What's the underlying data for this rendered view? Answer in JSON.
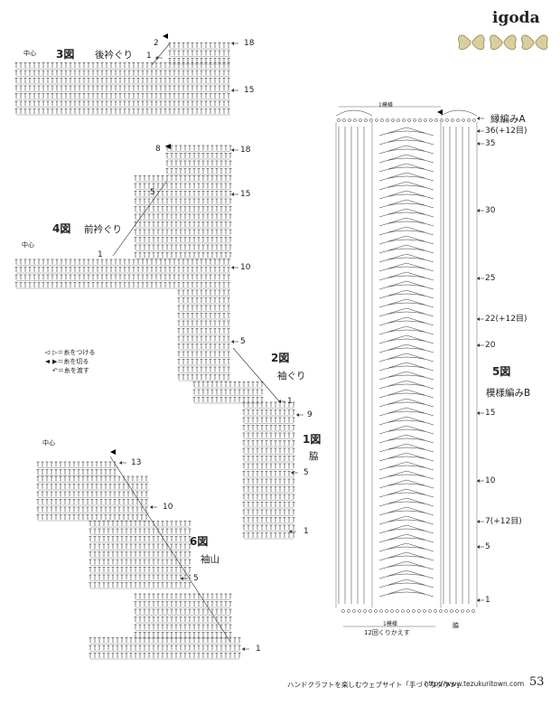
{
  "brand": "igoda",
  "footer": {
    "text": "ハンドクラフトを楽しむウェブサイト「手づくりタウン」",
    "url": "http://www.tezukuritown.com",
    "page_number": "53"
  },
  "legend": {
    "join": "▷＝糸をつける",
    "cut": "▶＝糸を切る",
    "skip": "↶＝糸を渡す"
  },
  "fig3": {
    "title": "3図",
    "name": "後衿ぐり",
    "center": "中心",
    "rows": {
      "r18": "18",
      "r15": "15",
      "r2": "2",
      "r1": "1"
    }
  },
  "fig4": {
    "title": "4図",
    "name": "前衿ぐり",
    "center": "中心",
    "rows": {
      "r18": "18",
      "r15": "15",
      "r10": "10",
      "r5": "5",
      "r8": "8",
      "r5b": "5",
      "r1": "1"
    }
  },
  "fig2": {
    "title": "2図",
    "name": "袖ぐり",
    "rows": {
      "r1": "1"
    }
  },
  "fig1": {
    "title": "1図",
    "name": "脇",
    "rows": {
      "r9": "9",
      "r5": "5",
      "r1": "1"
    }
  },
  "fig6": {
    "title": "6図",
    "name": "袖山",
    "center": "中心",
    "rows": {
      "r13": "13",
      "r10": "10",
      "r5": "5",
      "r1": "1"
    }
  },
  "fig5": {
    "title": "5図",
    "name": "模様編みB",
    "edge_name": "縁編みA",
    "top_repeat": "1模様",
    "bottom_repeat": "1模様",
    "repeat_note": "12回くりかえす",
    "side": "脇",
    "rows": {
      "r36": "36(+12目)",
      "r35": "35",
      "r30": "30",
      "r25": "25",
      "r22": "22(+12目)",
      "r20": "20",
      "r15": "15",
      "r10": "10",
      "r7": "7(+12目)",
      "r5": "5",
      "r1": "1"
    }
  }
}
